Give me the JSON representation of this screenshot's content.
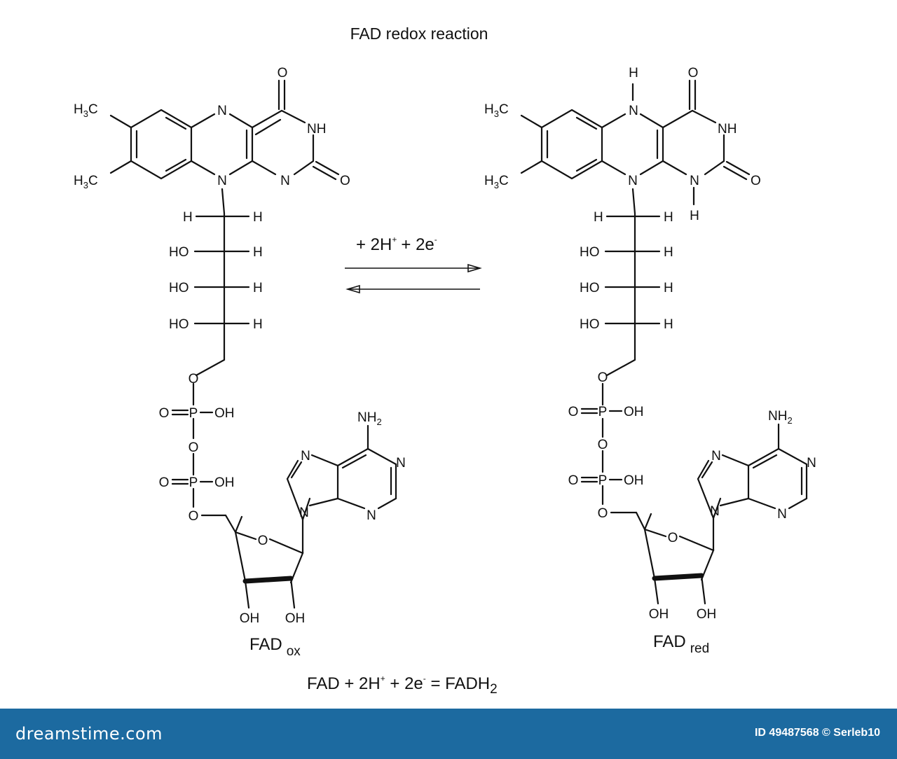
{
  "title": "FAD redox reaction",
  "ox": {
    "ring": {
      "n5": "N",
      "o4": "O",
      "nh3": "NH",
      "o2": "O",
      "n1": "N",
      "n10": "N"
    },
    "methyl": {
      "h": "H",
      "sub": "3",
      "c": "C"
    },
    "chain": {
      "h": "H",
      "ho": "HO",
      "o": "O"
    },
    "phosphate": {
      "p": "P",
      "o": "O",
      "oh": "OH"
    },
    "adenine": {
      "nh": "NH",
      "sub": "2",
      "n": "N"
    },
    "ribose": {
      "o": "O",
      "oh": "OH"
    },
    "name": "FAD",
    "subscript": "ox"
  },
  "red": {
    "ring": {
      "h5": "H",
      "n5": "N",
      "o4": "O",
      "nh3": "NH",
      "o2": "O",
      "n1": "N",
      "h1": "H",
      "n10": "N"
    },
    "methyl": {
      "h": "H",
      "sub": "3",
      "c": "C"
    },
    "chain": {
      "h": "H",
      "ho": "HO",
      "o": "O"
    },
    "phosphate": {
      "p": "P",
      "o": "O",
      "oh": "OH"
    },
    "adenine": {
      "nh": "NH",
      "sub": "2",
      "n": "N"
    },
    "ribose": {
      "o": "O",
      "oh": "OH"
    },
    "name": "FAD",
    "subscript": "red"
  },
  "reagent": {
    "plus1": "+ 2H",
    "sup1": "+",
    "plus2": "+ 2e",
    "sup2": "-"
  },
  "equation": {
    "lhs": "FAD + 2H",
    "sup1": "+",
    "mid": " + 2e",
    "sup2": "-",
    "rhs": " = FADH",
    "sub": "2"
  },
  "footer": {
    "brand": "dreamstime.com",
    "id": "ID 49487568 © Serleb10"
  },
  "colors": {
    "footer": "#1c6aa0",
    "ink": "#111111"
  }
}
